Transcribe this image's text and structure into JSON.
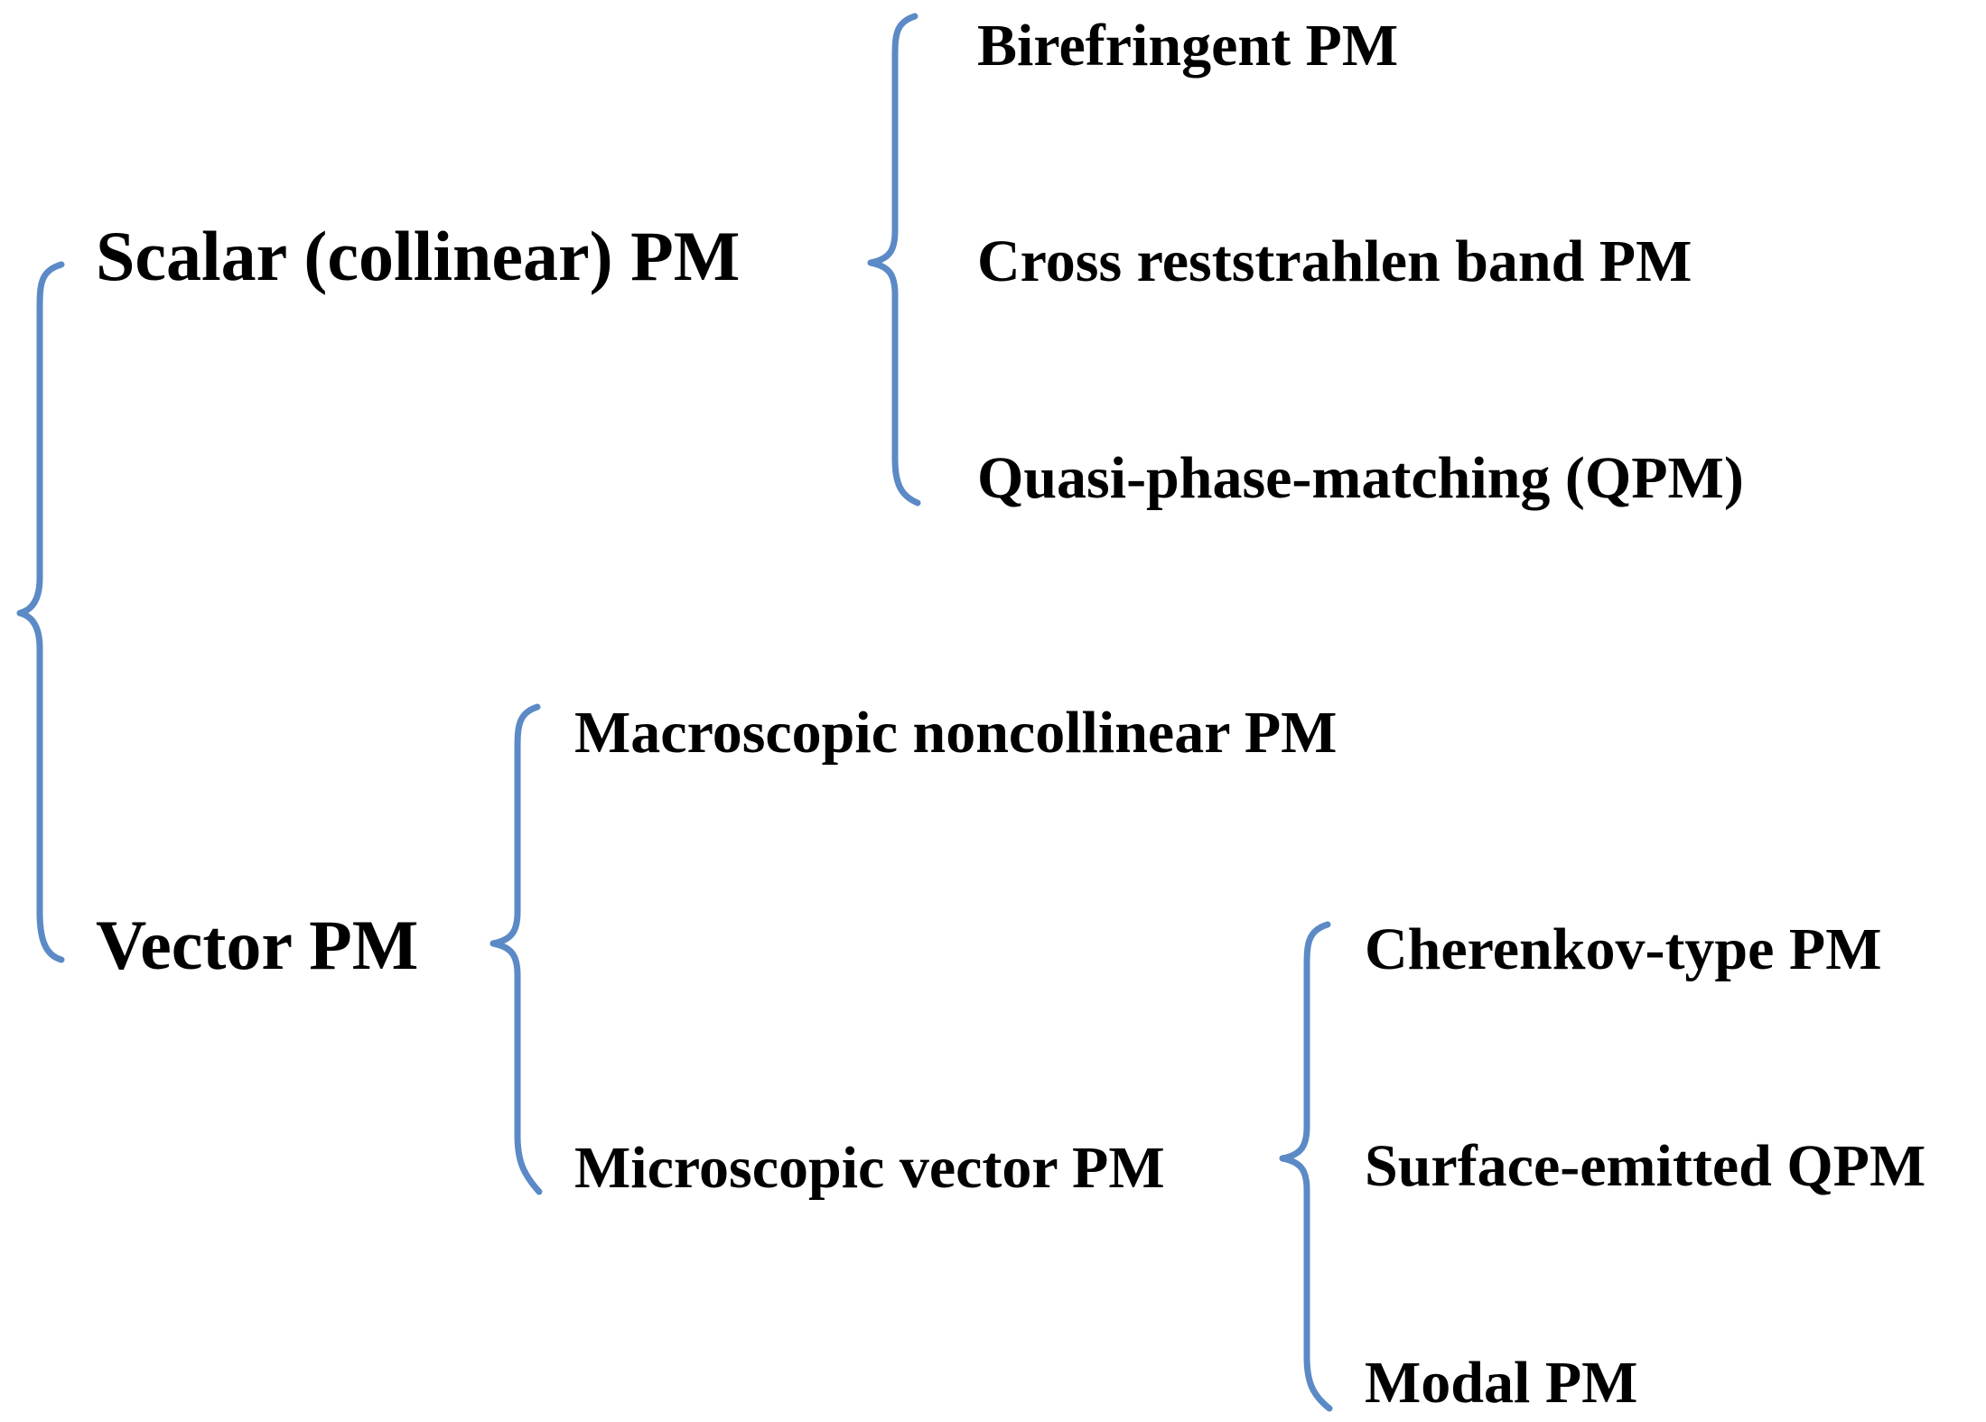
{
  "diagram": {
    "brace_color": "#5B8AC6",
    "root": {
      "children": [
        {
          "label": "Scalar (collinear) PM",
          "children": [
            {
              "label": "Birefringent PM"
            },
            {
              "label": "Cross reststrahlen band PM"
            },
            {
              "label": "Quasi-phase-matching (QPM)"
            }
          ]
        },
        {
          "label": "Vector PM",
          "children": [
            {
              "label": "Macroscopic noncollinear PM"
            },
            {
              "label": "Microscopic vector PM",
              "children": [
                {
                  "label": "Cherenkov-type PM"
                },
                {
                  "label": "Surface-emitted QPM"
                },
                {
                  "label": "Modal PM"
                }
              ]
            }
          ]
        }
      ]
    }
  }
}
